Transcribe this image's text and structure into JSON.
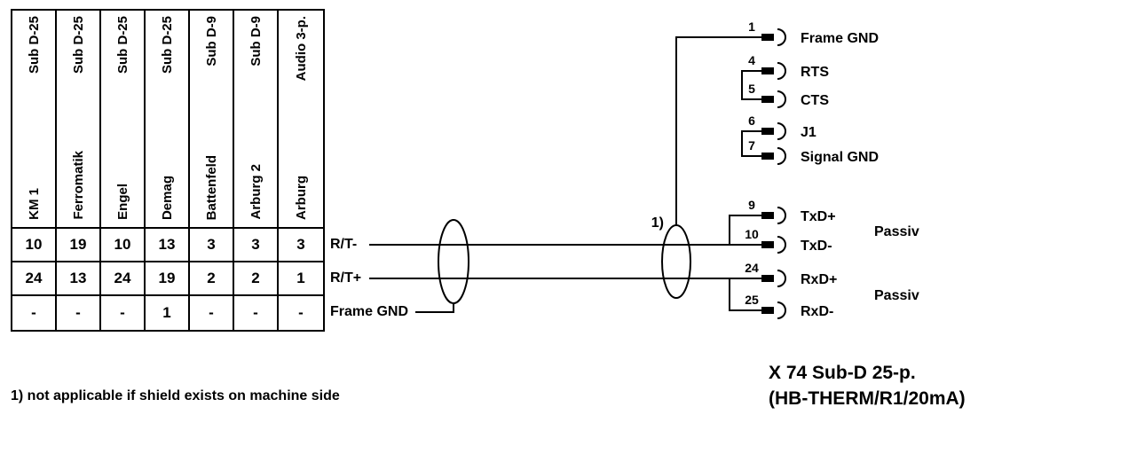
{
  "table": {
    "columns": [
      {
        "connector": "Sub D-25",
        "machine": "KM 1",
        "pins": [
          "10",
          "24",
          "-"
        ]
      },
      {
        "connector": "Sub D-25",
        "machine": "Ferromatik",
        "pins": [
          "19",
          "13",
          "-"
        ]
      },
      {
        "connector": "Sub D-25",
        "machine": "Engel",
        "pins": [
          "10",
          "24",
          "-"
        ]
      },
      {
        "connector": "Sub D-25",
        "machine": "Demag",
        "pins": [
          "13",
          "19",
          "1"
        ]
      },
      {
        "connector": "Sub D-9",
        "machine": "Battenfeld",
        "pins": [
          "3",
          "2",
          "-"
        ]
      },
      {
        "connector": "Sub D-9",
        "machine": "Arburg 2",
        "pins": [
          "3",
          "2",
          "-"
        ]
      },
      {
        "connector": "Audio 3-p.",
        "machine": "Arburg",
        "pins": [
          "3",
          "1",
          "-"
        ]
      }
    ],
    "row_labels": [
      "R/T-",
      "R/T+",
      "Frame GND"
    ]
  },
  "diagram": {
    "shield_note_ref": "1)",
    "passiv": "Passiv",
    "pins": [
      {
        "number": "1",
        "label": "Frame GND"
      },
      {
        "number": "4",
        "label": "RTS"
      },
      {
        "number": "5",
        "label": "CTS"
      },
      {
        "number": "6",
        "label": "J1"
      },
      {
        "number": "7",
        "label": "Signal GND"
      },
      {
        "number": "9",
        "label": "TxD+"
      },
      {
        "number": "10",
        "label": "TxD-"
      },
      {
        "number": "24",
        "label": "RxD+"
      },
      {
        "number": "25",
        "label": "RxD-"
      }
    ]
  },
  "footer": {
    "note": "1) not applicable if shield exists on machine side",
    "connector_title_line1": "X 74 Sub-D 25-p.",
    "connector_title_line2": "(HB-THERM/R1/20mA)"
  }
}
